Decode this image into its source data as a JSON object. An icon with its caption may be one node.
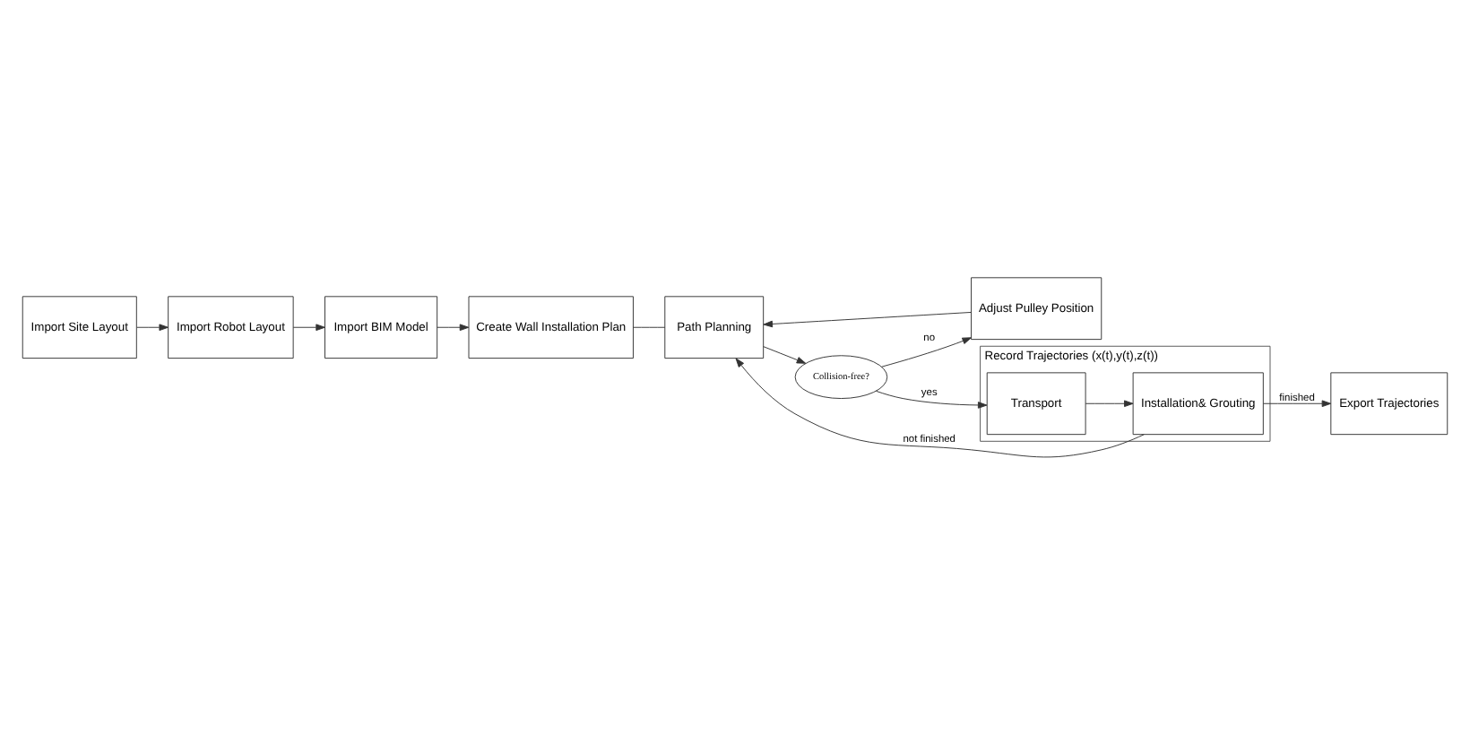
{
  "diagram": {
    "nodes": [
      {
        "text": [
          "Import Site Layout"
        ]
      },
      {
        "text": [
          "Import Robot Layout"
        ]
      },
      {
        "text": [
          "Import BIM Model"
        ]
      },
      {
        "text": [
          "Create Wall Installation Plan"
        ]
      },
      {
        "text": [
          "Adjust Pulley Position"
        ]
      },
      {
        "text": [
          "Path Planning"
        ]
      },
      {
        "text": [
          "Record Trajectories (x(t),y(t),z(t))"
        ]
      },
      {
        "text": [
          "Transport"
        ],
        "in": 6
      },
      {
        "text": [
          "Installation& Grouting"
        ],
        "in": 6
      },
      {
        "text": [
          "Export Trajectories"
        ]
      },
      {
        "text": [
          "Collision-free?"
        ]
      }
    ],
    "edges": [
      {
        "from": 0,
        "to": 1,
        "arrow": "to"
      },
      {
        "from": 1,
        "to": 2,
        "arrow": "to"
      },
      {
        "from": 2,
        "to": 3,
        "arrow": "to"
      },
      {
        "from": 3,
        "to": 5,
        "arrow": "none"
      },
      {
        "from": 4,
        "to": 5,
        "arrow": "to"
      },
      {
        "from": 5,
        "to": 10,
        "arrow": "to"
      },
      {
        "from": 10,
        "to": 4,
        "arrow": "to",
        "label": "no"
      },
      {
        "from": 10,
        "to": 7,
        "arrow": "to",
        "label": "yes"
      },
      {
        "from": 7,
        "to": 8,
        "arrow": "to"
      },
      {
        "from": 8,
        "to": 9,
        "arrow": "to",
        "label": "finished"
      },
      {
        "from": 8,
        "to": 5,
        "arrow": "to",
        "label": "not finished"
      }
    ]
  }
}
